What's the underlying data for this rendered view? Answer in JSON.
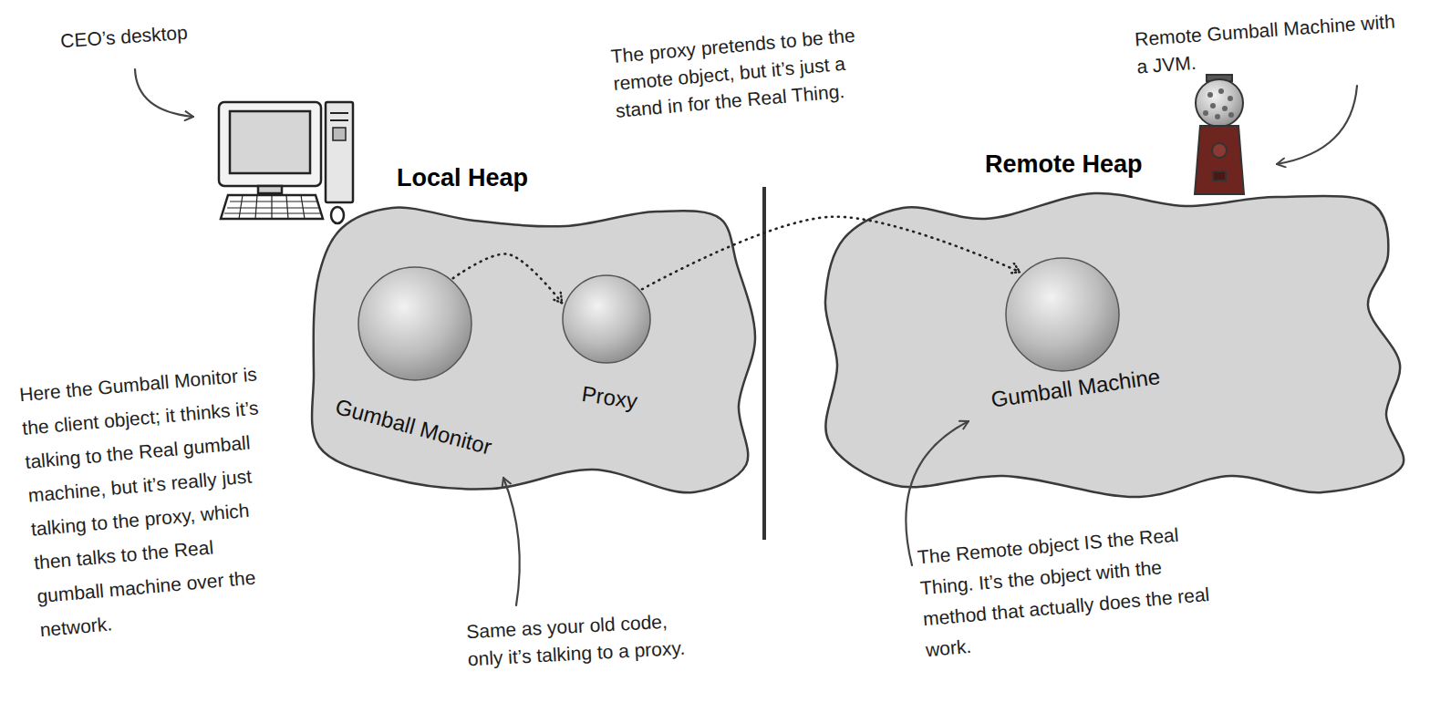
{
  "diagram": {
    "nodes": [
      {
        "text": [
          "Local Heap"
        ]
      },
      {
        "text": [
          "Gumball Monitor"
        ],
        "in": 0
      },
      {
        "text": [
          "Proxy"
        ],
        "in": 0
      },
      {
        "text": [
          "Remote Heap"
        ]
      },
      {
        "text": [
          "Gumball Machine"
        ],
        "in": 3
      }
    ],
    "edges": [
      {
        "from": 1,
        "to": 2,
        "arrow": "to"
      },
      {
        "from": 2,
        "to": 4,
        "arrow": "to"
      }
    ],
    "labels": [
      "CEO’s desktop",
      "The proxy pretends to be the remote object, but it’s just a stand in for the Real Thing.",
      "Remote Gumball Machine with a JVM.",
      "Here the Gumball Monitor is the client object; it thinks it’s talking to the Real gumball machine, but it’s really just talking to the proxy, which then talks to the Real gumball machine over the network.",
      "Same as your old code, only it’s talking to a proxy.",
      "The Remote object IS the Real Thing. It’s the object with the method that actually does the real work."
    ]
  }
}
